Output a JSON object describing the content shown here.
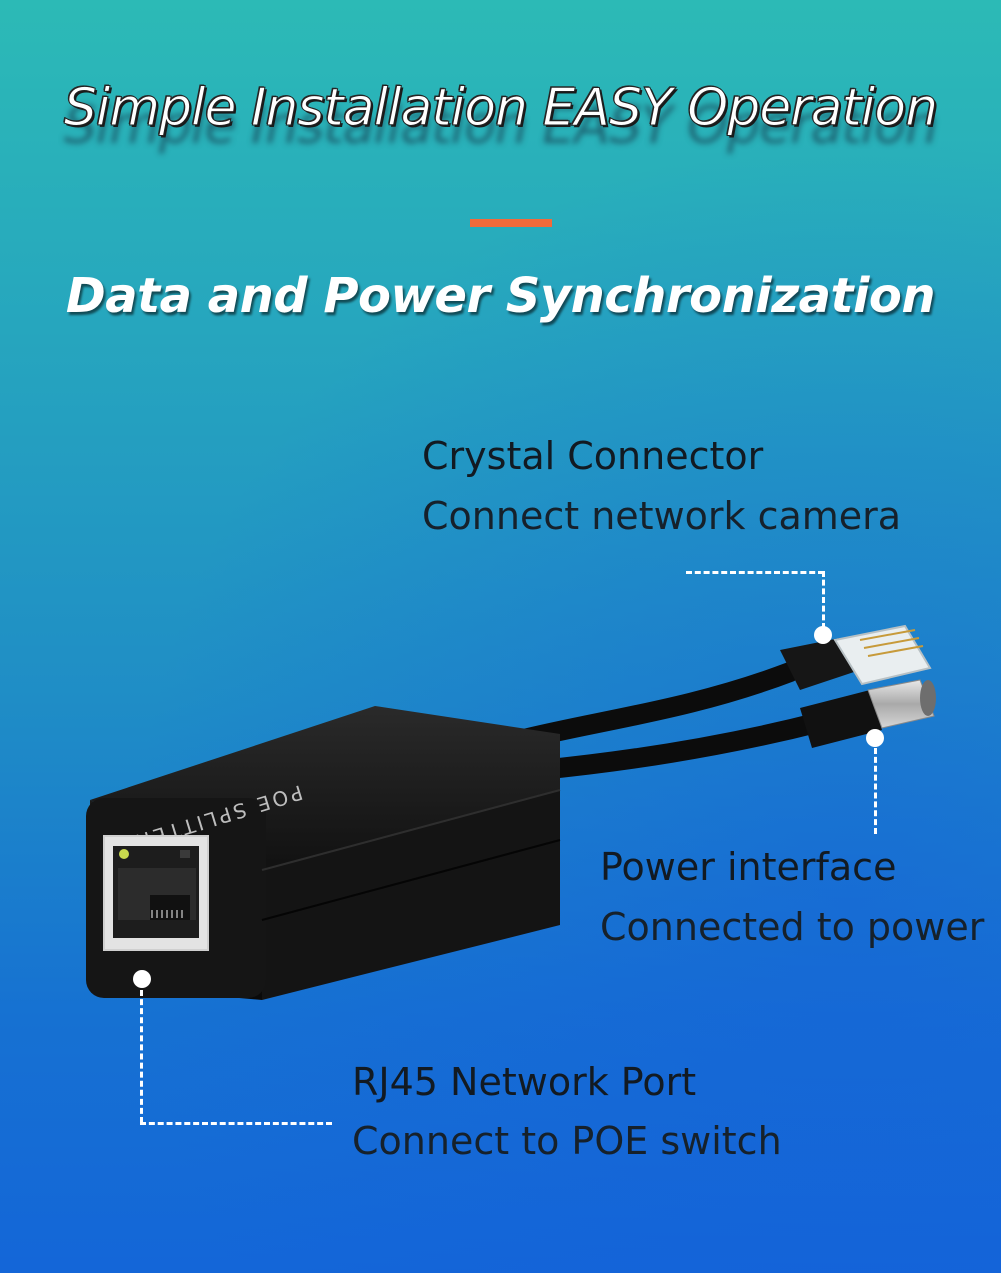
{
  "headline": {
    "main": "Simple Installation  EASY Operation",
    "sub": "Data and Power Synchronization"
  },
  "device_label": "POE SPLITTER",
  "callouts": {
    "crystal": {
      "title": "Crystal Connector",
      "desc": "Connect network camera"
    },
    "power": {
      "title": "Power interface",
      "desc": "Connected to power"
    },
    "rj45": {
      "title": "RJ45 Network Port",
      "desc": "Connect to POE switch"
    }
  },
  "colors": {
    "accent": "#f26a3a",
    "bg_top": "#2cbab6",
    "bg_bottom": "#1466d8",
    "device": "#141414"
  }
}
